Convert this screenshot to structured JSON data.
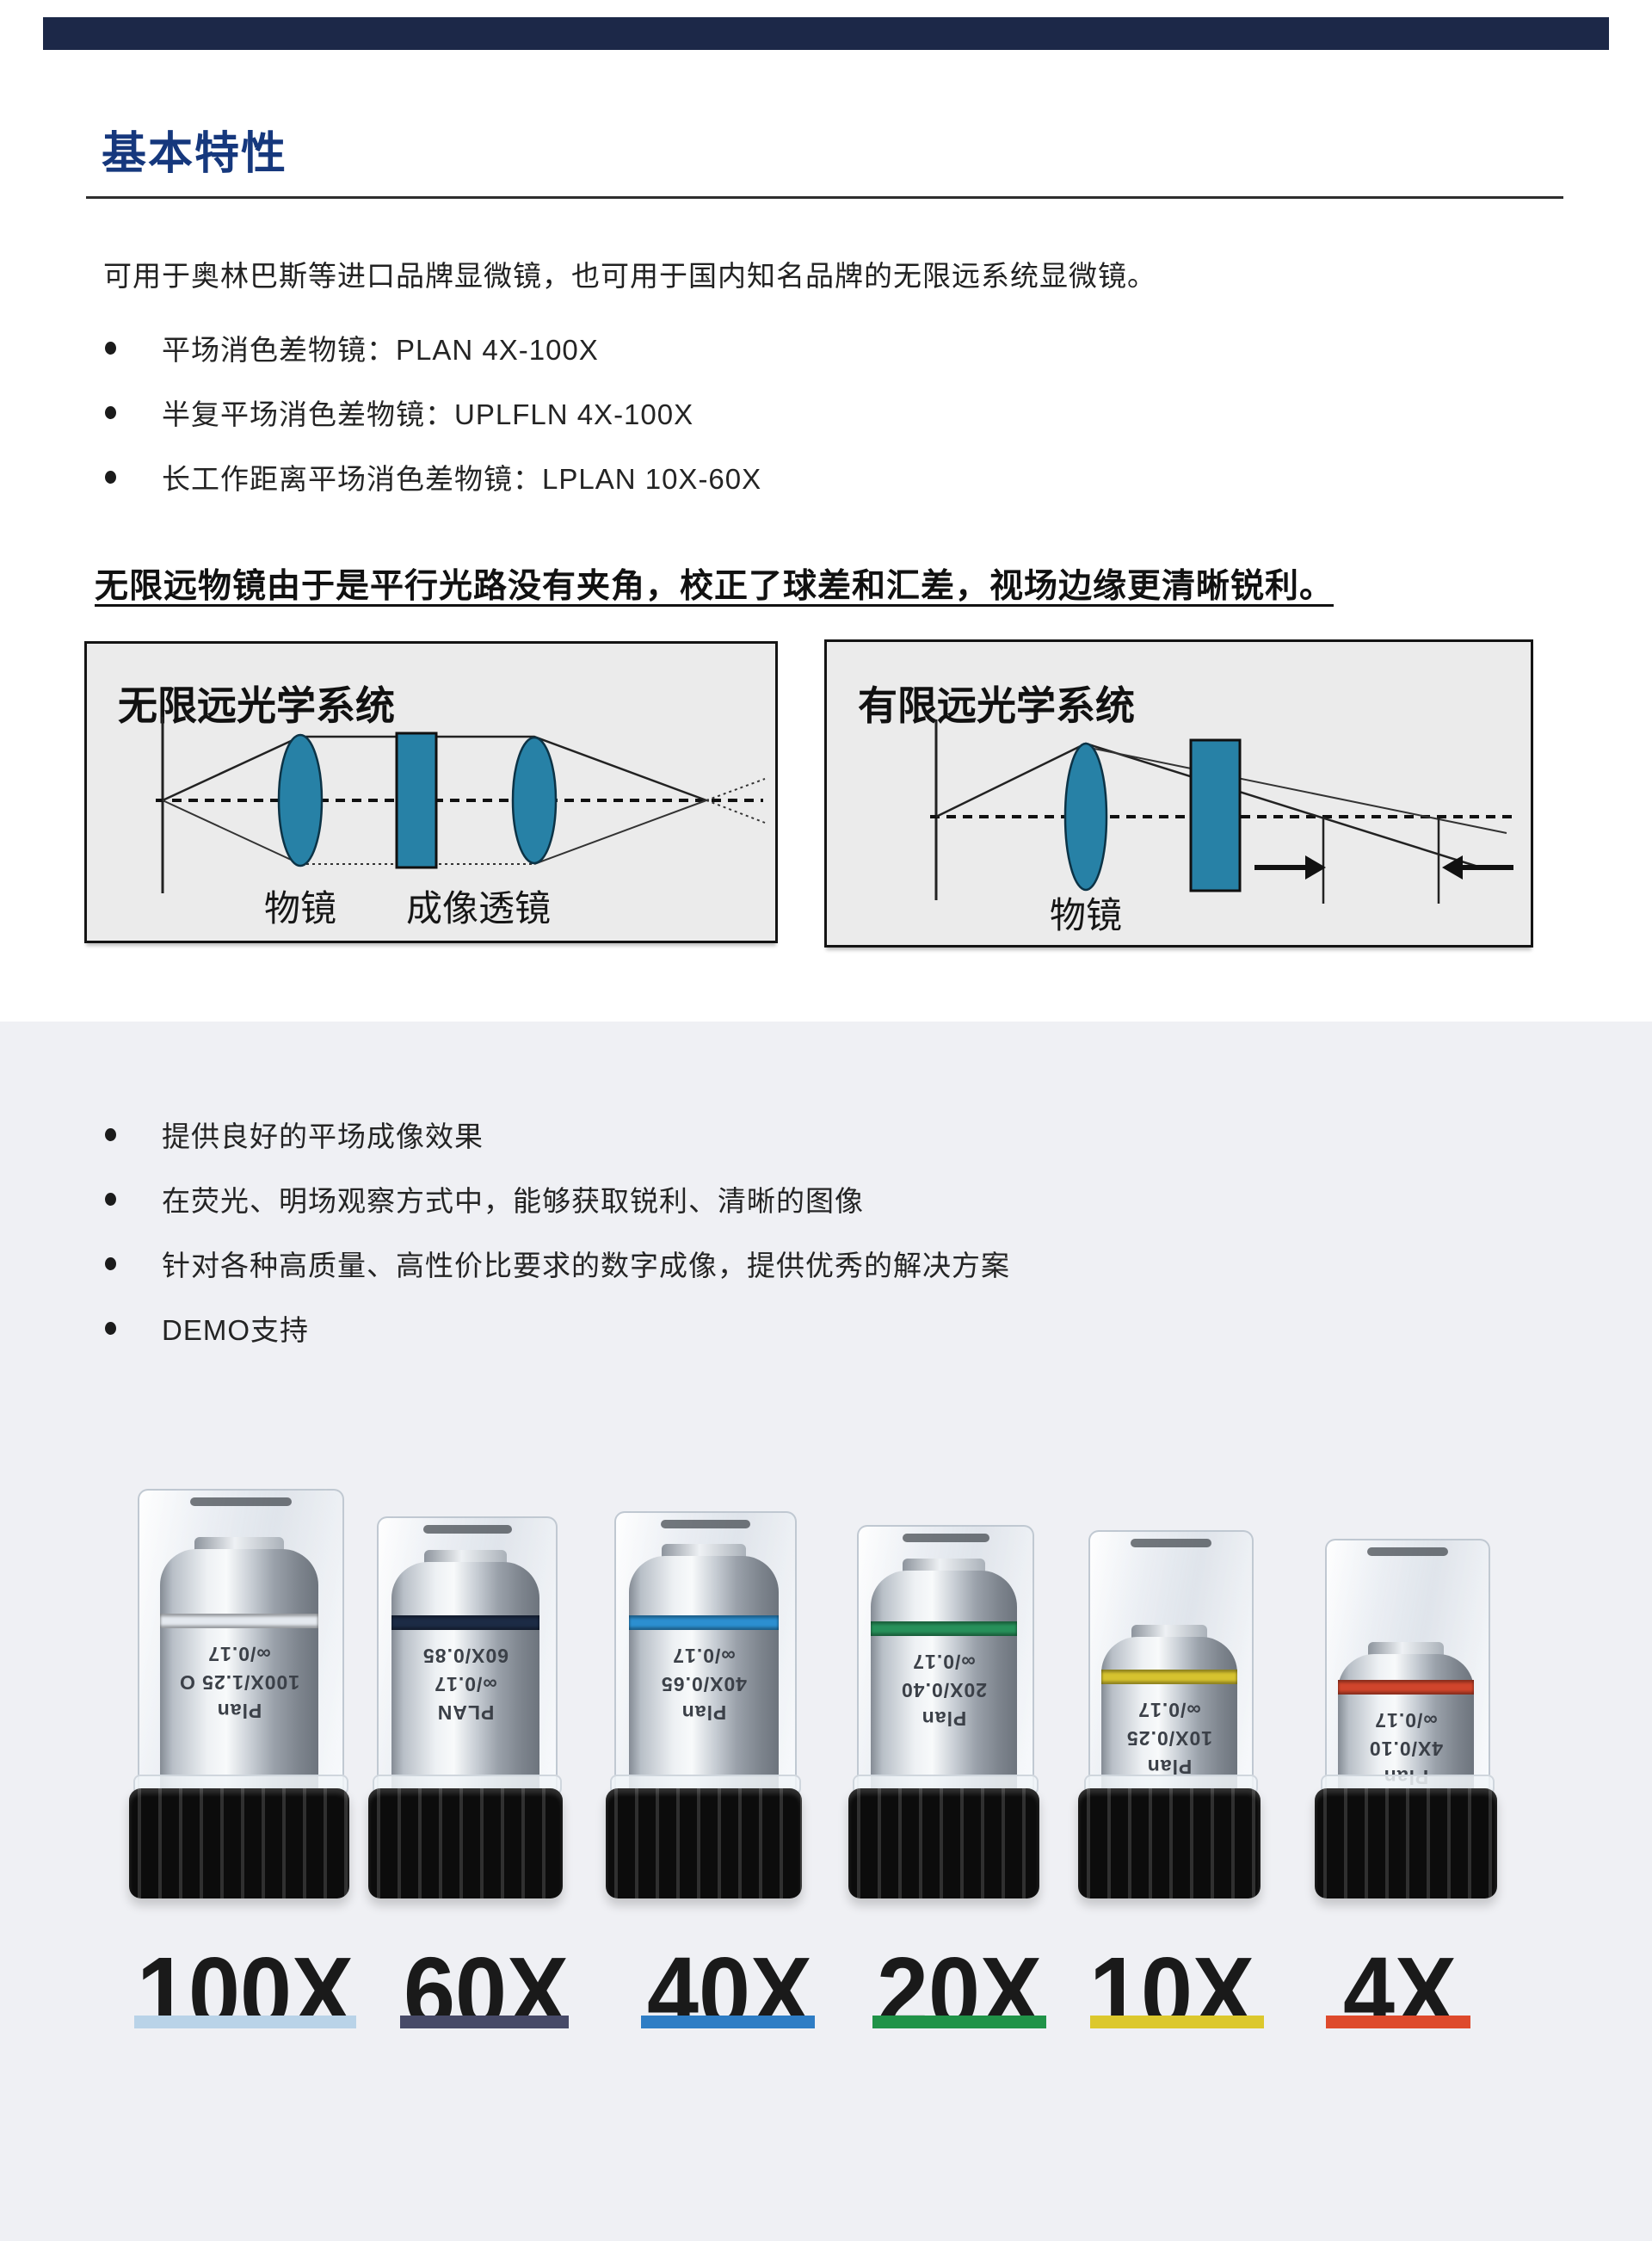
{
  "header": {
    "section_title": "基本特性"
  },
  "intro": "可用于奥林巴斯等进口品牌显微镜，也可用于国内知名品牌的无限远系统显微镜。",
  "objective_types": [
    "平场消色差物镜：PLAN 4X-100X",
    "半复平场消色差物镜：UPLFLN 4X-100X",
    "长工作距离平场消色差物镜：LPLAN 10X-60X"
  ],
  "statement": "无限远物镜由于是平行光路没有夹角，校正了球差和汇差，视场边缘更清晰锐利。",
  "diagrams": {
    "infinity": {
      "title": "无限远光学系统",
      "label_objective": "物镜",
      "label_tube_lens": "成像透镜"
    },
    "finite": {
      "title": "有限远光学系统",
      "label_objective": "物镜"
    }
  },
  "features": [
    "提供良好的平场成像效果",
    "在荧光、明场观察方式中，能够获取锐利、清晰的图像",
    "针对各种高质量、高性价比要求的数字成像，提供优秀的解决方案",
    "DEMO支持"
  ],
  "objectives": [
    {
      "name": "100X",
      "magnification_label": "100X",
      "underline_color": "#b9d3e8",
      "ring_color": "#e4e9ef",
      "barrel_lines": [
        "Plan",
        "100X/1.25 O",
        "∞/0.17"
      ]
    },
    {
      "name": "60X",
      "magnification_label": "60X",
      "underline_color": "#474a68",
      "ring_color": "#1c2b45",
      "barrel_lines": [
        "PLAN",
        "∞/0.17",
        "60X/0.85"
      ]
    },
    {
      "name": "40X",
      "magnification_label": "40X",
      "underline_color": "#2e7dc5",
      "ring_color": "#2c8fd0",
      "barrel_lines": [
        "Plan",
        "40X/0.65",
        "∞/0.17"
      ]
    },
    {
      "name": "20X",
      "magnification_label": "20X",
      "underline_color": "#209348",
      "ring_color": "#27905a",
      "barrel_lines": [
        "Plan",
        "20X/0.40",
        "∞/0.17"
      ]
    },
    {
      "name": "10X",
      "magnification_label": "10X",
      "underline_color": "#dcc82d",
      "ring_color": "#d6c32f",
      "barrel_lines": [
        "Plan",
        "10X/0.25",
        "∞/0.17"
      ]
    },
    {
      "name": "4X",
      "magnification_label": "4X",
      "underline_color": "#de4a2c",
      "ring_color": "#d0452c",
      "barrel_lines": [
        "Plan",
        "4X/0.10",
        "∞/0.17"
      ]
    }
  ],
  "colors": {
    "accent_navy": "#1c2848",
    "title_blue": "#16387d",
    "diagram_teal": "#2781a6",
    "section_bg": "#eff0f4",
    "box_bg": "#ebebeb"
  }
}
